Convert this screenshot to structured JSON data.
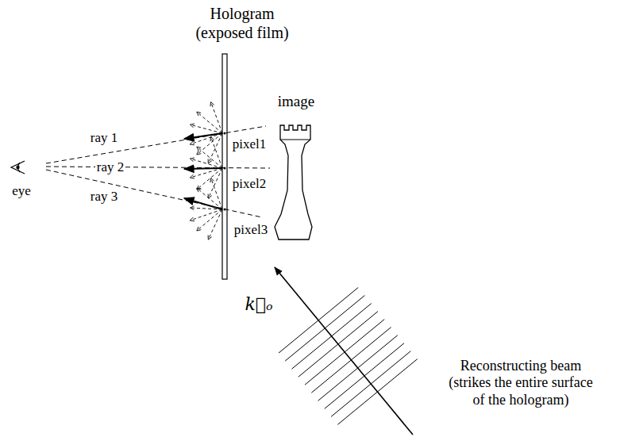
{
  "diagram": {
    "labels": [
      "Hologram (exposed film)",
      "image",
      "ray 1",
      "pixel1",
      "ray 2",
      "pixel2",
      "ray 3",
      "pixel3",
      "eye",
      "k⃗ₒ",
      "Reconstructing beam (strikes the entire surface of the hologram)"
    ]
  }
}
